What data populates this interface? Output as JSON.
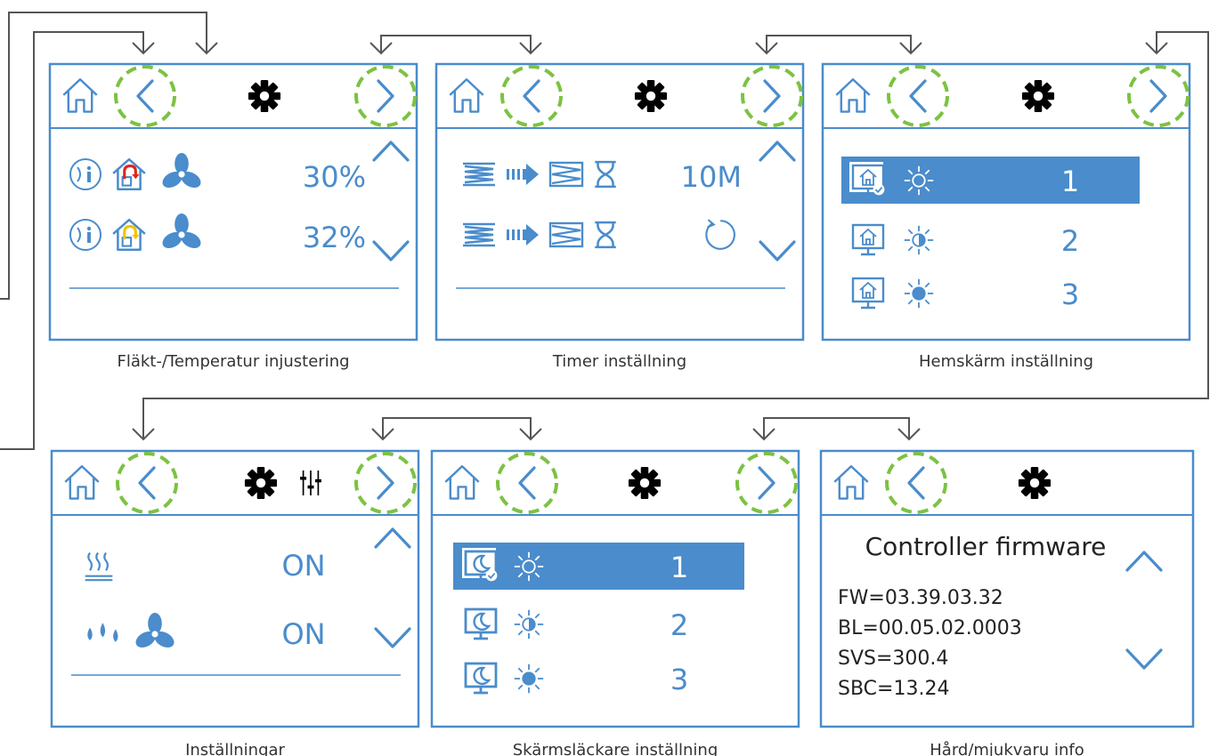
{
  "colors": {
    "blue": "#4a8ccc",
    "selected_bg": "#4a8ccc",
    "green_dash": "#7cc242",
    "connector": "#555555",
    "gear": "#000000"
  },
  "screens": [
    {
      "caption": "Fläkt-/Temperatur injustering",
      "icons": [
        "home-icon",
        "back-chevron-icon",
        "gear-icon",
        "forward-chevron-icon",
        "scroll-up-icon",
        "scroll-down-icon"
      ],
      "rows": [
        {
          "icons": [
            "person-icon",
            "house-heating-red-icon",
            "fan-icon"
          ],
          "value": "30%"
        },
        {
          "icons": [
            "person-icon",
            "house-heating-yellow-icon",
            "fan-icon"
          ],
          "value": "32%"
        }
      ]
    },
    {
      "caption": "Timer inställning",
      "icons": [
        "home-icon",
        "back-chevron-icon",
        "gear-icon",
        "forward-chevron-icon",
        "scroll-up-icon",
        "scroll-down-icon"
      ],
      "rows": [
        {
          "icons": [
            "heater-coil-icon",
            "arrow-right-icon",
            "heater-coil-icon",
            "hourglass-icon"
          ],
          "value": "10M"
        },
        {
          "icons": [
            "heater-coil-icon",
            "arrow-right-icon",
            "heater-coil-icon",
            "hourglass-icon"
          ],
          "value": "",
          "value_icon": "reset-circle-icon"
        }
      ]
    },
    {
      "caption": "Hemskärm inställning",
      "icons": [
        "home-icon",
        "back-chevron-icon",
        "gear-icon",
        "forward-chevron-icon"
      ],
      "rows": [
        {
          "icons": [
            "monitor-home-icon",
            "sun-outline-icon"
          ],
          "value": "1",
          "selected": true
        },
        {
          "icons": [
            "monitor-home-icon",
            "sun-half-icon"
          ],
          "value": "2",
          "selected": false
        },
        {
          "icons": [
            "monitor-home-icon",
            "sun-filled-icon"
          ],
          "value": "3",
          "selected": false
        }
      ]
    },
    {
      "caption": "Inställningar",
      "icons": [
        "home-icon",
        "back-chevron-icon",
        "gear-icon",
        "sliders-icon",
        "forward-chevron-icon",
        "scroll-up-icon",
        "scroll-down-icon"
      ],
      "rows": [
        {
          "icons": [
            "heating-symbol-icon"
          ],
          "value": "ON"
        },
        {
          "icons": [
            "drops-icon",
            "fan-icon"
          ],
          "value": "ON"
        }
      ]
    },
    {
      "caption": "Skärmsläckare inställning",
      "icons": [
        "home-icon",
        "back-chevron-icon",
        "gear-icon",
        "forward-chevron-icon"
      ],
      "rows": [
        {
          "icons": [
            "monitor-moon-icon",
            "sun-outline-icon"
          ],
          "value": "1",
          "selected": true
        },
        {
          "icons": [
            "monitor-moon-icon",
            "sun-half-icon"
          ],
          "value": "2",
          "selected": false
        },
        {
          "icons": [
            "monitor-moon-icon",
            "sun-filled-icon"
          ],
          "value": "3",
          "selected": false
        }
      ]
    },
    {
      "caption": "Hård/mjukvaru info",
      "icons": [
        "home-icon",
        "back-chevron-icon",
        "gear-icon",
        "scroll-up-icon",
        "scroll-down-icon"
      ],
      "title": "Controller firmware",
      "lines": [
        "FW=03.39.03.32",
        "BL=00.05.02.0003",
        "SVS=300.4",
        "SBC=13.24"
      ]
    }
  ]
}
